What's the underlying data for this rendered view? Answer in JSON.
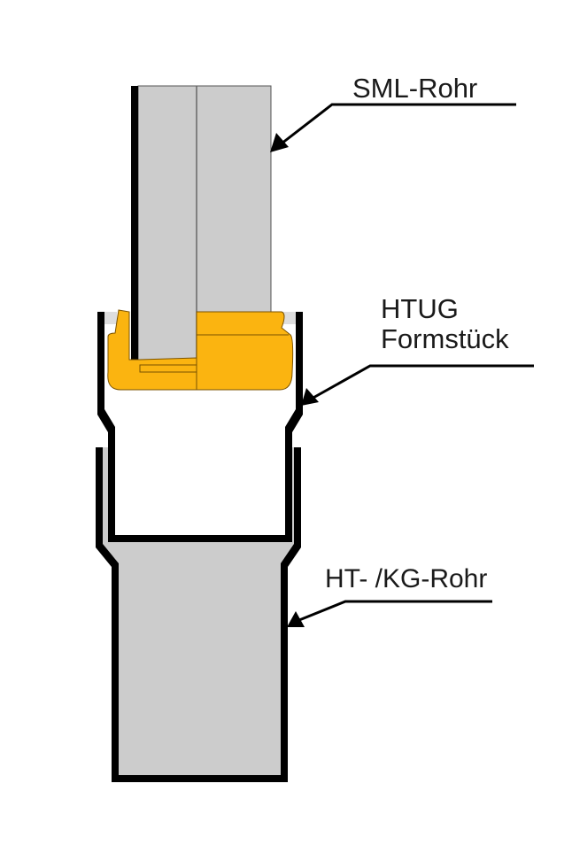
{
  "labels": {
    "sml_pipe": "SML-Rohr",
    "fitting_line1": "HTUG",
    "fitting_line2": "Formstück",
    "ht_pipe": "HT- /KG-Rohr"
  },
  "colors": {
    "pipe_grey": "#cccccc",
    "outline": "#000000",
    "seal_yellow": "#fbb410",
    "background": "#ffffff"
  }
}
